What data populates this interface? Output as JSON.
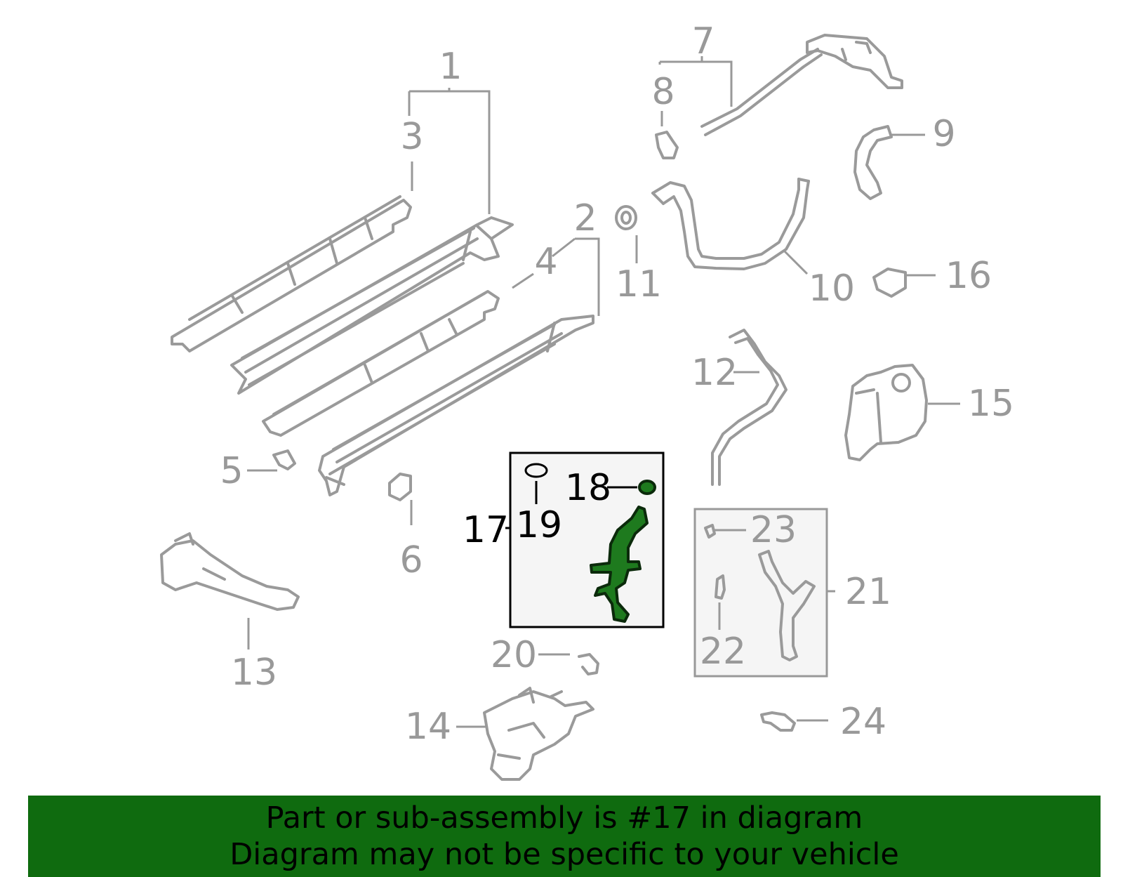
{
  "colors": {
    "banner_bg": "#0f6b0f",
    "highlight_part": "#1e7a1e",
    "muted_label": "#999999",
    "highlight_label": "#000000",
    "inset_bg": "#f5f5f5"
  },
  "callouts": {
    "c1": "1",
    "c2": "2",
    "c3": "3",
    "c4": "4",
    "c5": "5",
    "c6": "6",
    "c7": "7",
    "c8": "8",
    "c9": "9",
    "c10": "10",
    "c11": "11",
    "c12": "12",
    "c13": "13",
    "c14": "14",
    "c15": "15",
    "c16": "16",
    "c17": "17",
    "c18": "18",
    "c19": "19",
    "c20": "20",
    "c21": "21",
    "c22": "22",
    "c23": "23",
    "c24": "24"
  },
  "highlighted_part": "17",
  "banner": {
    "line1": "Part or sub-assembly is #17 in diagram",
    "line2": "Diagram may not be specific to your vehicle"
  }
}
